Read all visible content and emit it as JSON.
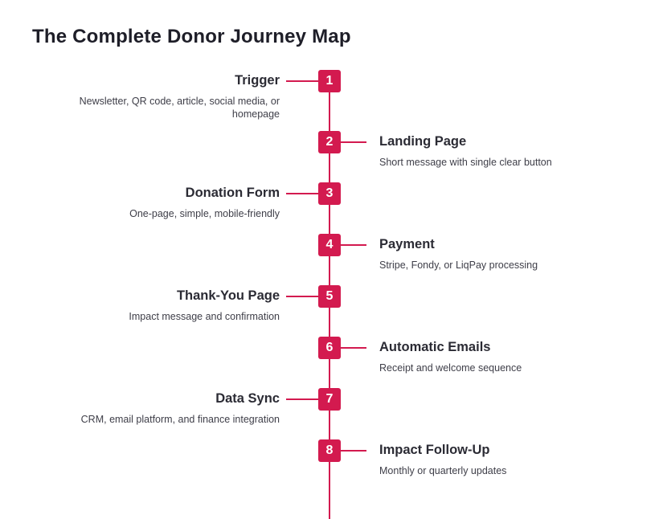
{
  "page": {
    "title": "The Complete Donor Journey Map"
  },
  "colors": {
    "accent": "#d31a4f",
    "title_text": "#1e1e28",
    "step_title_text": "#2b2b34",
    "description_text": "#3e3e48",
    "number_text": "#ffffff",
    "background": "#ffffff"
  },
  "timeline": {
    "steps": [
      {
        "number": "1",
        "side": "left",
        "title": "Trigger",
        "description": "Newsletter, QR code, article, social media, or homepage"
      },
      {
        "number": "2",
        "side": "right",
        "title": "Landing Page",
        "description": "Short message with single clear button"
      },
      {
        "number": "3",
        "side": "left",
        "title": "Donation Form",
        "description": "One-page, simple, mobile-friendly"
      },
      {
        "number": "4",
        "side": "right",
        "title": "Payment",
        "description": "Stripe, Fondy, or LiqPay processing"
      },
      {
        "number": "5",
        "side": "left",
        "title": "Thank-You Page",
        "description": "Impact message and confirmation"
      },
      {
        "number": "6",
        "side": "right",
        "title": "Automatic Emails",
        "description": "Receipt and welcome sequence"
      },
      {
        "number": "7",
        "side": "left",
        "title": "Data Sync",
        "description": "CRM, email platform, and finance integration"
      },
      {
        "number": "8",
        "side": "right",
        "title": "Impact Follow-Up",
        "description": "Monthly or quarterly updates"
      }
    ]
  }
}
